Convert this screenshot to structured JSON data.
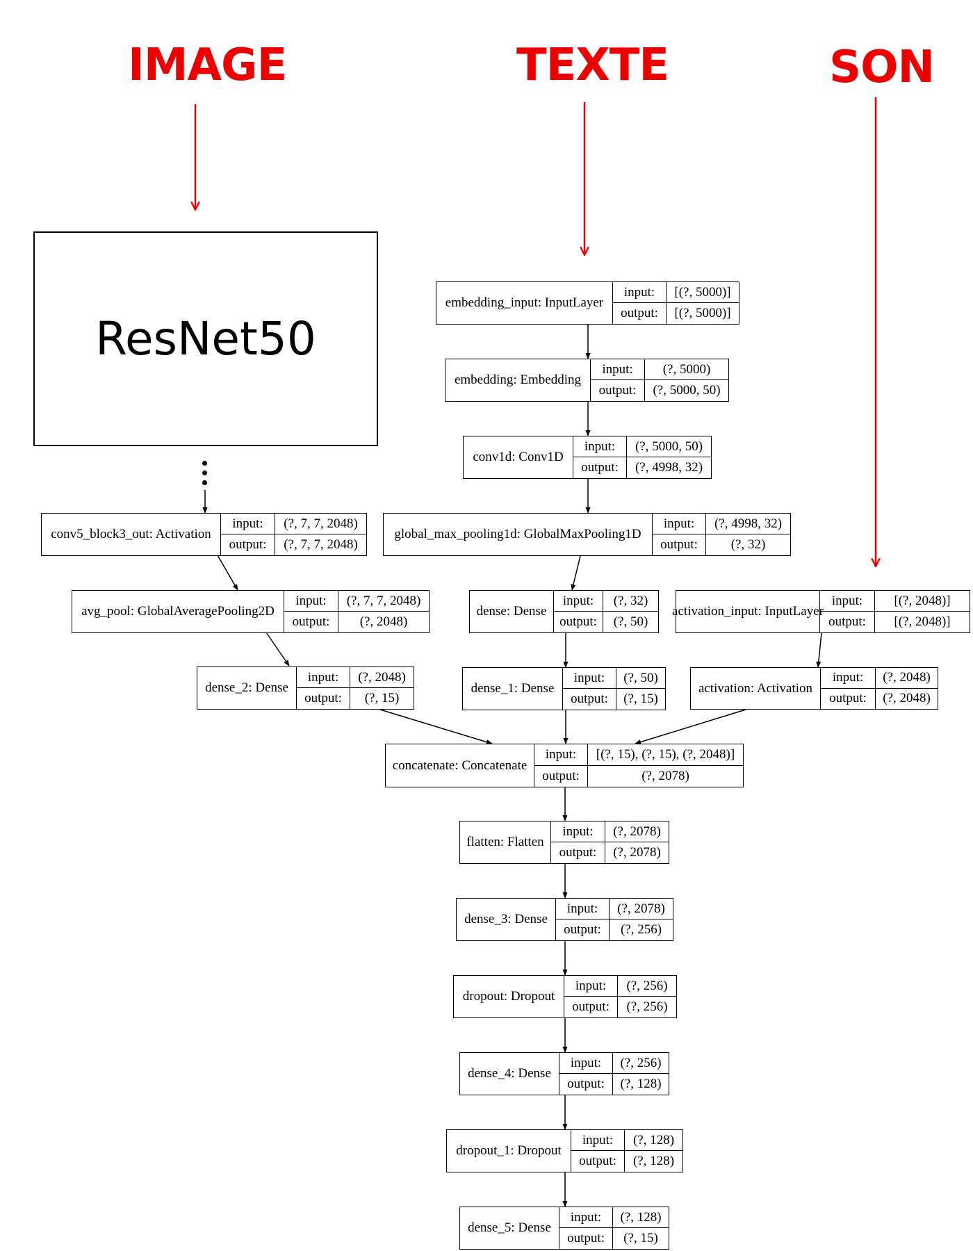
{
  "headings": {
    "image": "IMAGE",
    "texte": "TEXTE",
    "son": "SON"
  },
  "colors": {
    "heading": "#ee0000",
    "arrow_red": "#ee0000",
    "line": "#000000"
  },
  "resnet": {
    "label": "ResNet50"
  },
  "io_labels": {
    "input": "input:",
    "output": "output:"
  },
  "nodes": {
    "conv5_block3_out": {
      "name": "conv5_block3_out: Activation",
      "input": "(?, 7, 7, 2048)",
      "output": "(?, 7, 7, 2048)"
    },
    "avg_pool": {
      "name": "avg_pool: GlobalAveragePooling2D",
      "input": "(?, 7, 7, 2048)",
      "output": "(?, 2048)"
    },
    "dense_2": {
      "name": "dense_2: Dense",
      "input": "(?, 2048)",
      "output": "(?, 15)"
    },
    "embedding_input": {
      "name": "embedding_input: InputLayer",
      "input": "[(?, 5000)]",
      "output": "[(?, 5000)]"
    },
    "embedding": {
      "name": "embedding: Embedding",
      "input": "(?, 5000)",
      "output": "(?, 5000, 50)"
    },
    "conv1d": {
      "name": "conv1d: Conv1D",
      "input": "(?, 5000, 50)",
      "output": "(?, 4998, 32)"
    },
    "global_max_pooling": {
      "name": "global_max_pooling1d: GlobalMaxPooling1D",
      "input": "(?, 4998, 32)",
      "output": "(?, 32)"
    },
    "dense": {
      "name": "dense: Dense",
      "input": "(?, 32)",
      "output": "(?, 50)"
    },
    "dense_1": {
      "name": "dense_1: Dense",
      "input": "(?, 50)",
      "output": "(?, 15)"
    },
    "activation_input": {
      "name": "activation_input: InputLayer",
      "input": "[(?, 2048)]",
      "output": "[(?, 2048)]"
    },
    "activation": {
      "name": "activation: Activation",
      "input": "(?, 2048)",
      "output": "(?, 2048)"
    },
    "concatenate": {
      "name": "concatenate: Concatenate",
      "input": "[(?, 15), (?, 15), (?, 2048)]",
      "output": "(?, 2078)"
    },
    "flatten": {
      "name": "flatten: Flatten",
      "input": "(?, 2078)",
      "output": "(?, 2078)"
    },
    "dense_3": {
      "name": "dense_3: Dense",
      "input": "(?, 2078)",
      "output": "(?, 256)"
    },
    "dropout": {
      "name": "dropout: Dropout",
      "input": "(?, 256)",
      "output": "(?, 256)"
    },
    "dense_4": {
      "name": "dense_4: Dense",
      "input": "(?, 256)",
      "output": "(?, 128)"
    },
    "dropout_1": {
      "name": "dropout_1: Dropout",
      "input": "(?, 128)",
      "output": "(?, 128)"
    },
    "dense_5": {
      "name": "dense_5: Dense",
      "input": "(?, 128)",
      "output": "(?, 15)"
    }
  }
}
